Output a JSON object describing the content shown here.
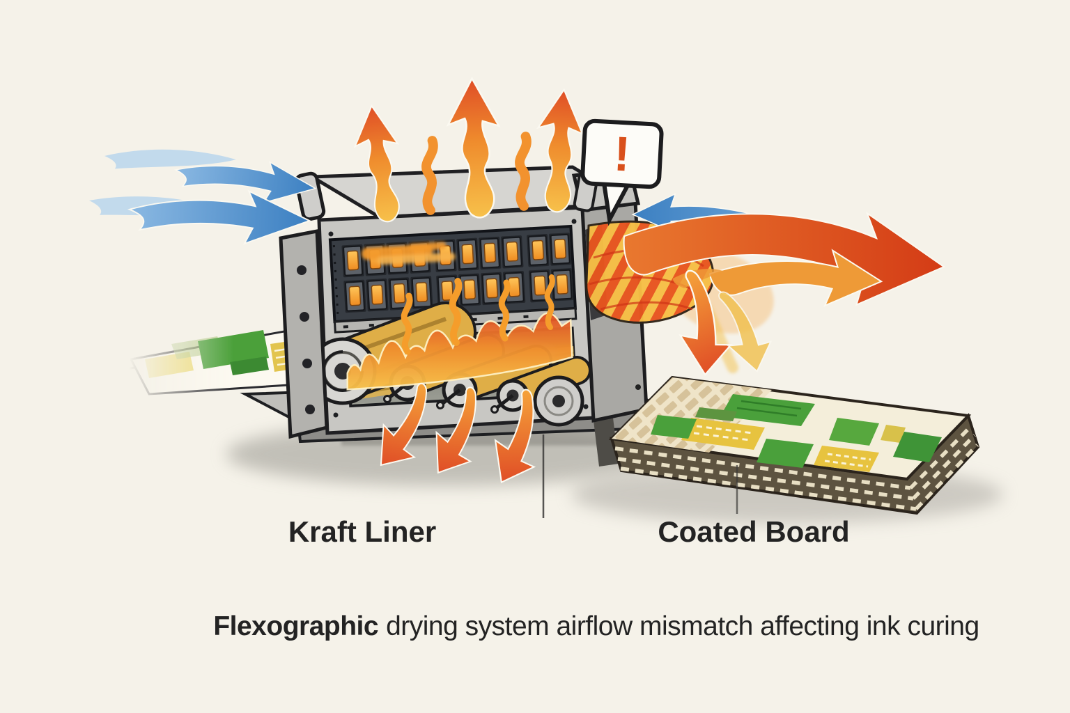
{
  "illustration": {
    "caption": {
      "lead": "Flexographic",
      "rest": "drying system airflow mismatch affecting ink curing"
    },
    "labels": {
      "kraft_liner": "Kraft Liner",
      "coated_board": "Coated Board"
    },
    "warning": {
      "symbol": "!"
    },
    "icons": {
      "cool_air_inlet": "blue-wavy-arrows-right",
      "recirculated_air": "blue-arrow-curving-left",
      "rising_heat": "orange-flame-arrows-up",
      "hot_exhaust": "red-orange-arrows-right",
      "downdraft_leak": "orange-arrows-down",
      "alert": "exclamation-speech-bubble"
    },
    "colors": {
      "background": "#f5f2e9",
      "text": "#232323",
      "cool_air_blue": "#4a8fd0",
      "hot_air_red": "#d9481d",
      "flame_orange": "#f2992b",
      "alert": "#d9501c",
      "machine_gray": "#c4c3bf",
      "heater_glow": "#ffa733",
      "board_green": "#4aa03b",
      "board_yellow": "#e7c33f",
      "kraft_tan": "#d6c29a"
    }
  }
}
